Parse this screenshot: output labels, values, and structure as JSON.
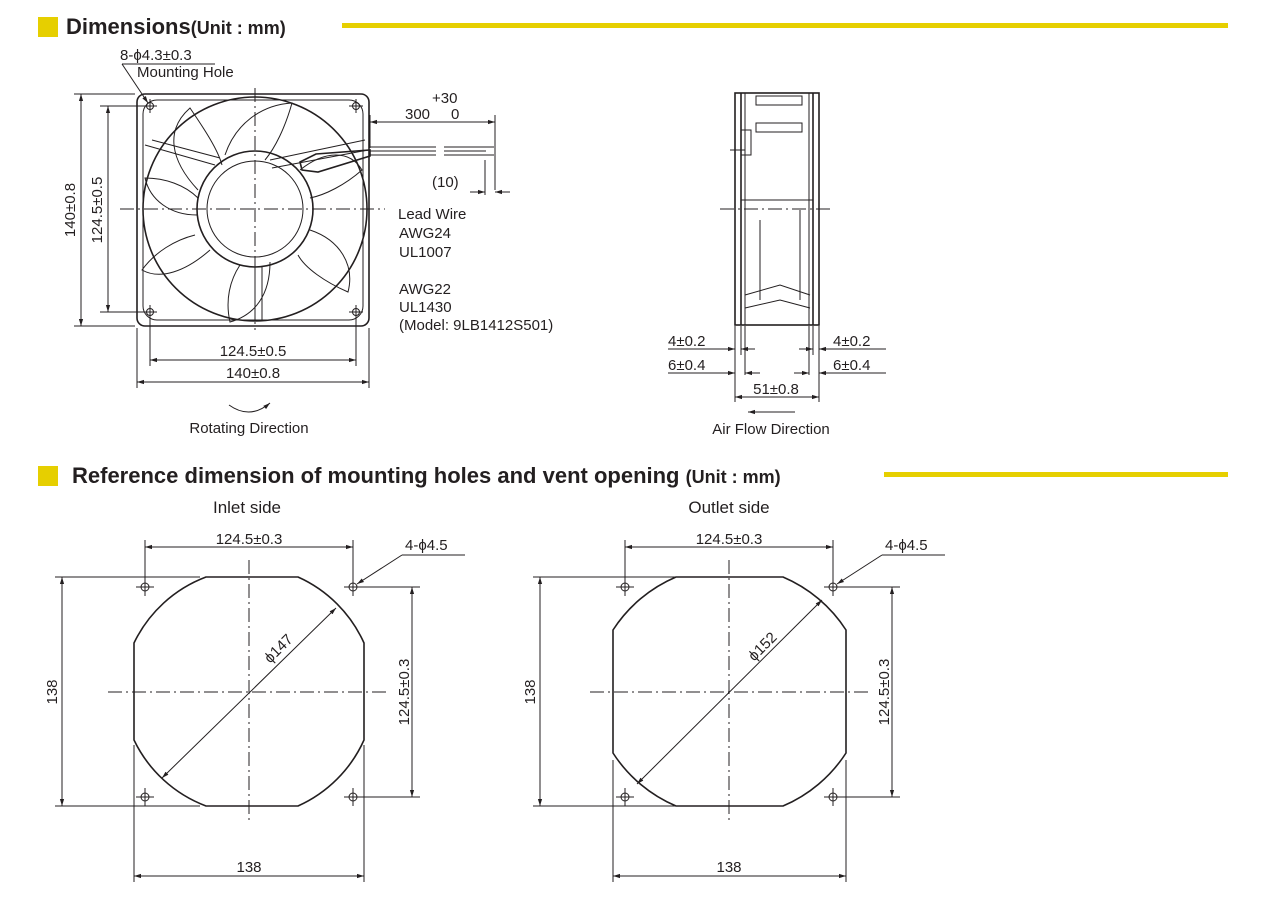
{
  "sections": {
    "dimensions": {
      "title": "Dimensions",
      "unit": "(Unit : mm)"
    },
    "reference": {
      "title": "Reference dimension of mounting holes and vent opening",
      "unit": "(Unit : mm)"
    }
  },
  "front_view": {
    "mounting_hole_spec": "8-ϕ4.3±0.3",
    "mounting_hole_label": "Mounting Hole",
    "height_outer": "140±0.8",
    "height_pitch": "124.5±0.5",
    "width_pitch": "124.5±0.5",
    "width_outer": "140±0.8",
    "rotating_direction": "Rotating Direction"
  },
  "lead_wire": {
    "length_tol": "+30",
    "length": "300",
    "length_tol_lower": "0",
    "strip_length": "(10)",
    "title": "Lead Wire",
    "awg_1": "AWG24",
    "ul_1": "UL1007",
    "awg_2": "AWG22",
    "ul_2": "UL1430",
    "model_note": "(Model: 9LB1412S501)"
  },
  "side_view": {
    "flange_left": "4±0.2",
    "flange_right": "4±0.2",
    "rib_left": "6±0.4",
    "rib_right": "6±0.4",
    "depth": "51±0.8",
    "air_flow_direction": "Air Flow Direction"
  },
  "inlet_side": {
    "title": "Inlet side",
    "hole_pitch_h": "124.5±0.3",
    "hole_spec": "4-ϕ4.5",
    "vent_diameter": "ϕ147",
    "height": "138",
    "hole_pitch_v": "124.5±0.3",
    "width": "138"
  },
  "outlet_side": {
    "title": "Outlet side",
    "hole_pitch_h": "124.5±0.3",
    "hole_spec": "4-ϕ4.5",
    "vent_diameter": "ϕ152",
    "height": "138",
    "hole_pitch_v": "124.5±0.3",
    "width": "138"
  },
  "colors": {
    "accent": "#e6cf00",
    "ink": "#231f20"
  }
}
